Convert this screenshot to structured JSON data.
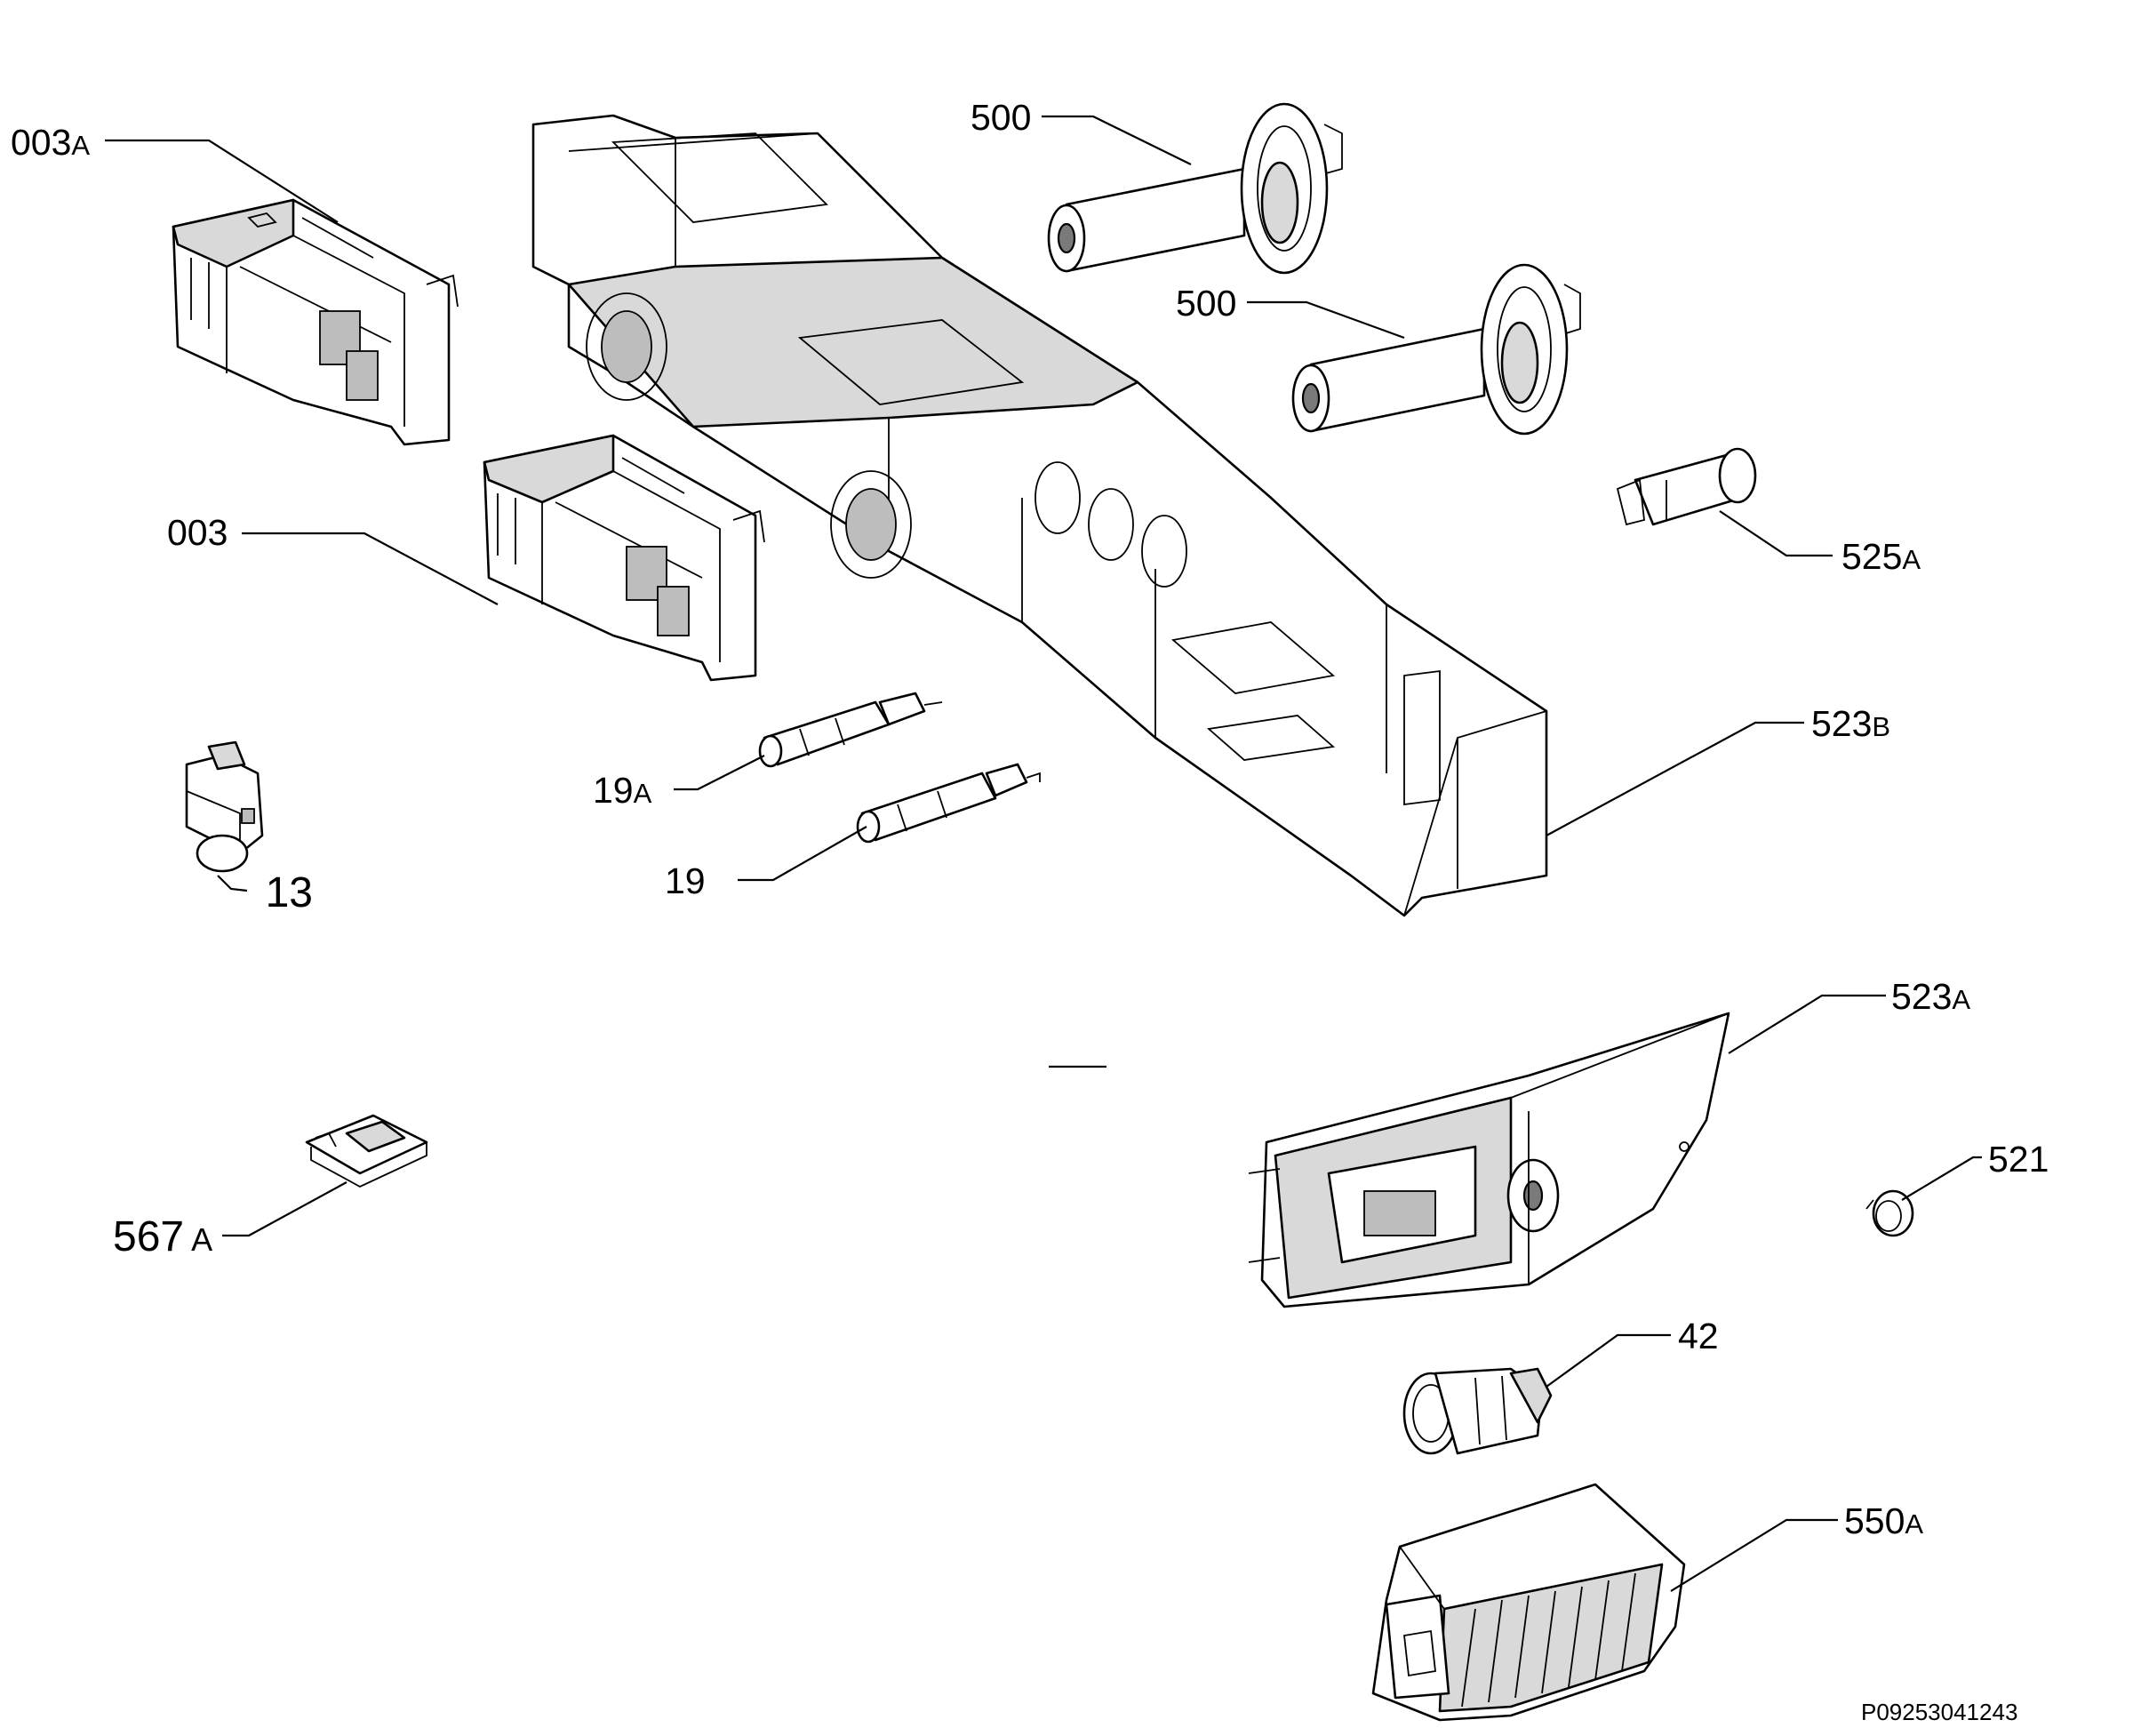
{
  "diagram": {
    "drawing_code": "P09253041243",
    "callouts": [
      {
        "id": "003a",
        "num": "003",
        "suffix": "A"
      },
      {
        "id": "003",
        "num": "003",
        "suffix": ""
      },
      {
        "id": "13",
        "num": "13",
        "suffix": ""
      },
      {
        "id": "19a",
        "num": "19",
        "suffix": "A"
      },
      {
        "id": "19",
        "num": "19",
        "suffix": ""
      },
      {
        "id": "500-top",
        "num": "500",
        "suffix": ""
      },
      {
        "id": "500-lower",
        "num": "500",
        "suffix": ""
      },
      {
        "id": "525a",
        "num": "525",
        "suffix": "A"
      },
      {
        "id": "523b",
        "num": "523",
        "suffix": "B"
      },
      {
        "id": "523a",
        "num": "523",
        "suffix": "A"
      },
      {
        "id": "521",
        "num": "521",
        "suffix": ""
      },
      {
        "id": "42",
        "num": "42",
        "suffix": ""
      },
      {
        "id": "567a",
        "num": "567",
        "suffix": "A"
      },
      {
        "id": "550a",
        "num": "550",
        "suffix": "A"
      }
    ]
  }
}
